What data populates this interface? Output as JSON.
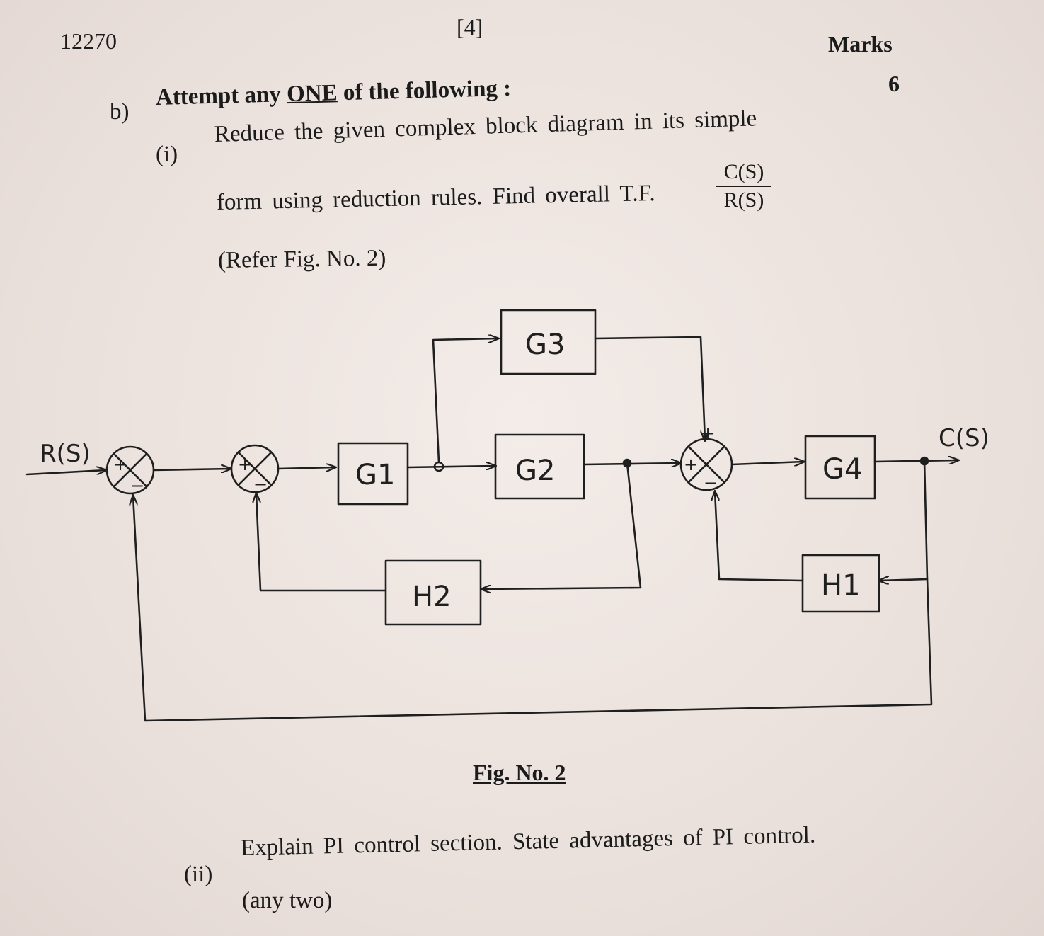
{
  "header": {
    "paper_code": "12270",
    "page_number": "[4]",
    "marks_label": "Marks",
    "marks_value": "6"
  },
  "question": {
    "label": "b)",
    "title_prefix": "Attempt any",
    "title_emphasis": "ONE",
    "title_suffix": "of the following :",
    "sub_i": {
      "label": "(i)",
      "line1": "Reduce the given complex block diagram in its simple",
      "line2": "form using reduction rules. Find overall T.F.",
      "tf_numerator": "C(S)",
      "tf_denominator": "R(S)",
      "line3": "(Refer Fig. No. 2)"
    },
    "sub_ii": {
      "label": "(ii)",
      "line1": "Explain PI control section. State advantages of PI control.",
      "line2": "(any two)"
    }
  },
  "figure": {
    "caption": "Fig. No. 2",
    "input_label": "R(S)",
    "output_label": "C(S)",
    "blocks": {
      "g1": "G1",
      "g2": "G2",
      "g3": "G3",
      "g4": "G4",
      "h1": "H1",
      "h2": "H2"
    }
  }
}
